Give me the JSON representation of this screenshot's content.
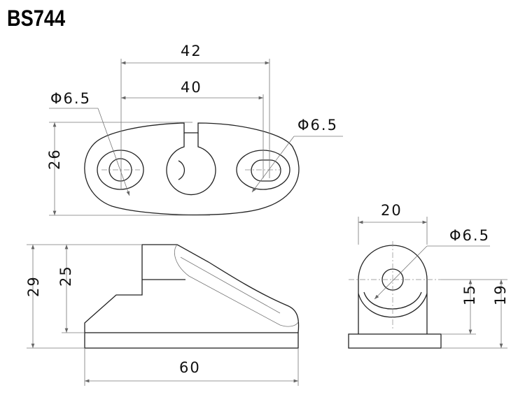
{
  "title": "BS744",
  "dimensions": {
    "top_width_outer": "42",
    "top_width_inner": "40",
    "hole_left": "Φ6.5",
    "hole_right": "Φ6.5",
    "top_height": "26",
    "side_height_total": "29",
    "side_height_step": "25",
    "side_length": "60",
    "end_width": "20",
    "end_hole": "Φ6.5",
    "end_hole_height": "15",
    "end_height": "19"
  }
}
